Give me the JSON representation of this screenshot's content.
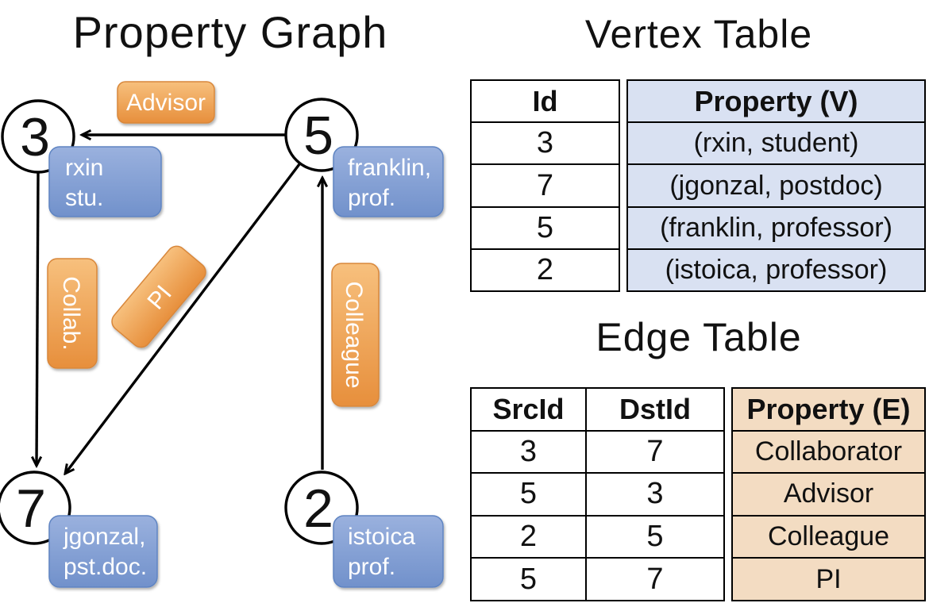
{
  "graph": {
    "title": "Property Graph",
    "vertices": [
      {
        "id": "3",
        "label_line1": "rxin",
        "label_line2": "stu."
      },
      {
        "id": "5",
        "label_line1": "franklin,",
        "label_line2": "prof."
      },
      {
        "id": "7",
        "label_line1": "jgonzal,",
        "label_line2": "pst.doc."
      },
      {
        "id": "2",
        "label_line1": "istoica",
        "label_line2": "prof."
      }
    ],
    "edge_labels": {
      "advisor": "Advisor",
      "collab": "Collab.",
      "pi": "PI",
      "colleague": "Colleague"
    }
  },
  "vertex_table": {
    "title": "Vertex Table",
    "columns": {
      "id": "Id",
      "property": "Property (V)"
    },
    "rows": [
      {
        "id": "3",
        "property": "(rxin, student)"
      },
      {
        "id": "7",
        "property": "(jgonzal, postdoc)"
      },
      {
        "id": "5",
        "property": "(franklin, professor)"
      },
      {
        "id": "2",
        "property": "(istoica, professor)"
      }
    ]
  },
  "edge_table": {
    "title": "Edge Table",
    "columns": {
      "src": "SrcId",
      "dst": "DstId",
      "property": "Property (E)"
    },
    "rows": [
      {
        "src": "3",
        "dst": "7",
        "property": "Collaborator"
      },
      {
        "src": "5",
        "dst": "3",
        "property": "Advisor"
      },
      {
        "src": "2",
        "dst": "5",
        "property": "Colleague"
      },
      {
        "src": "5",
        "dst": "7",
        "property": "PI"
      }
    ]
  },
  "colors": {
    "orange-top": "#F7C07D",
    "orange-bottom": "#E78F3C",
    "orange-border": "#D8873B",
    "blue-top": "#9AB1DE",
    "blue-bottom": "#7191CB",
    "blue-border": "#5E84C2",
    "vertex-property-bg": "#D9E1F2",
    "edge-property-bg": "#F3DCC2",
    "line": "#000000"
  }
}
